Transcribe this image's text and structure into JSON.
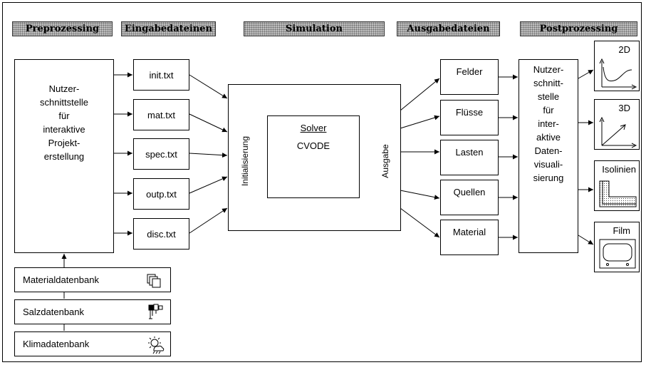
{
  "stages": [
    "Preprozessing",
    "Eingabedateinen",
    "Simulation",
    "Ausgabedateien",
    "Postprozessing"
  ],
  "preprocessing": {
    "interface_text": "Nutzer-\nschnittstelle\nfür\ninteraktive\nProjekt-\nerstellung"
  },
  "input_files": [
    "init.txt",
    "mat.txt",
    "spec.txt",
    "outp.txt",
    "disc.txt"
  ],
  "simulation": {
    "initialisierung": "Initialisierung",
    "solver_title": "Solver",
    "solver_name": "CVODE",
    "ausgabe": "Ausgabe"
  },
  "output_files": [
    "Felder",
    "Flüsse",
    "Lasten",
    "Quellen",
    "Material"
  ],
  "postprocessing": {
    "interface_text": "Nutzer-\nschnitt-\nstelle\nfür\ninter-\naktive\nDaten-\nvisuali-\nsierung",
    "outputs": [
      "2D",
      "3D",
      "Isolinien",
      "Film"
    ]
  },
  "databases": [
    {
      "label": "Materialdatenbank",
      "icon": "copy-icon"
    },
    {
      "label": "Salzdatenbank",
      "icon": "salt-icon"
    },
    {
      "label": "Klimadatenbank",
      "icon": "weather-icon"
    }
  ]
}
